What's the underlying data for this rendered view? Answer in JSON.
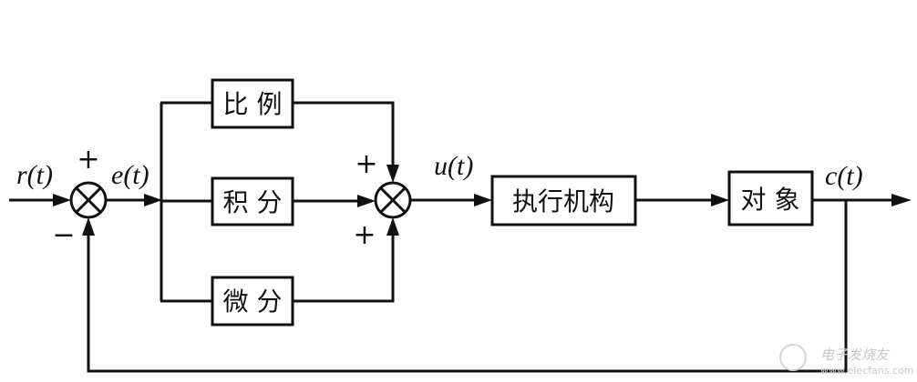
{
  "diagram": {
    "title": "PID control block diagram",
    "signals": {
      "input": "r(t)",
      "error": "e(t)",
      "control": "u(t)",
      "output": "c(t)"
    },
    "blocks": {
      "proportional": "比 例",
      "integral": "积 分",
      "derivative": "微 分",
      "actuator": "执行机构",
      "plant": "对 象"
    },
    "signs": {
      "sum1_top": "+",
      "sum1_bottom": "−",
      "sum2_top": "+",
      "sum2_bottom": "+"
    },
    "watermark": {
      "text": "电子发烧友",
      "url_text": "www.elecfans.com"
    }
  }
}
